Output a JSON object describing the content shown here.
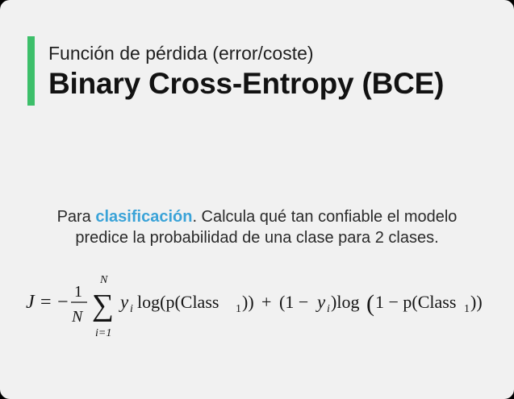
{
  "slide": {
    "accent_color": "#3dbf6a",
    "subtitle": "Función de pérdida (error/coste)",
    "title": "Binary Cross-Entropy (BCE)",
    "description": {
      "lead": "Para ",
      "keyword": "clasificación",
      "keyword_color": "#3aa3d8",
      "line1_rest": ". Calcula qué tan confiable el modelo",
      "line2": "predice la probabilidad de una clase para 2 clases."
    },
    "formula": {
      "lhs": "J",
      "equals": "=",
      "minus": "−",
      "frac_num": "1",
      "frac_den": "N",
      "sum_symbol": "∑",
      "sum_upper": "N",
      "sum_lower": "i=1",
      "y_var": "y",
      "sub_i": "i",
      "term1_log": "log(p(Class",
      "sub_1": "1",
      "term1_close": "))",
      "plus": "+",
      "term2_open": "(1 − ",
      "term2_close": ")log",
      "term3_open": "1 − p(Class",
      "term3_close": "))"
    }
  }
}
